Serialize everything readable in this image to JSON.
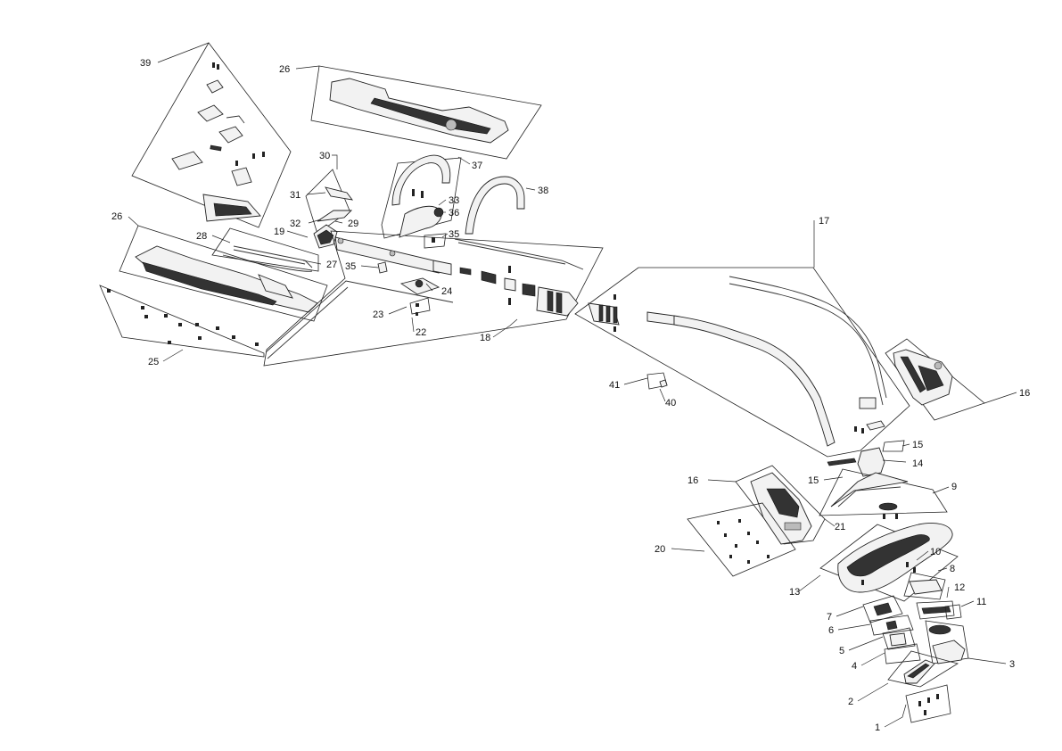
{
  "diagram": {
    "type": "exploded-parts-diagram",
    "callouts": {
      "c1": "1",
      "c2": "2",
      "c3": "3",
      "c4": "4",
      "c5": "5",
      "c6": "6",
      "c7": "7",
      "c8": "8",
      "c9": "9",
      "c10": "10",
      "c11": "11",
      "c12": "12",
      "c13": "13",
      "c14": "14",
      "c15a": "15",
      "c15b": "15",
      "c16a": "16",
      "c16b": "16",
      "c17": "17",
      "c18": "18",
      "c19": "19",
      "c20": "20",
      "c21": "21",
      "c22": "22",
      "c23": "23",
      "c24": "24",
      "c25": "25",
      "c26a": "26",
      "c26b": "26",
      "c27": "27",
      "c28": "28",
      "c29": "29",
      "c30": "30",
      "c31": "31",
      "c32": "32",
      "c33": "33",
      "c35a": "35",
      "c35b": "35",
      "c36": "36",
      "c37": "37",
      "c38": "38",
      "c39": "39",
      "c40": "40",
      "c41": "41"
    }
  }
}
